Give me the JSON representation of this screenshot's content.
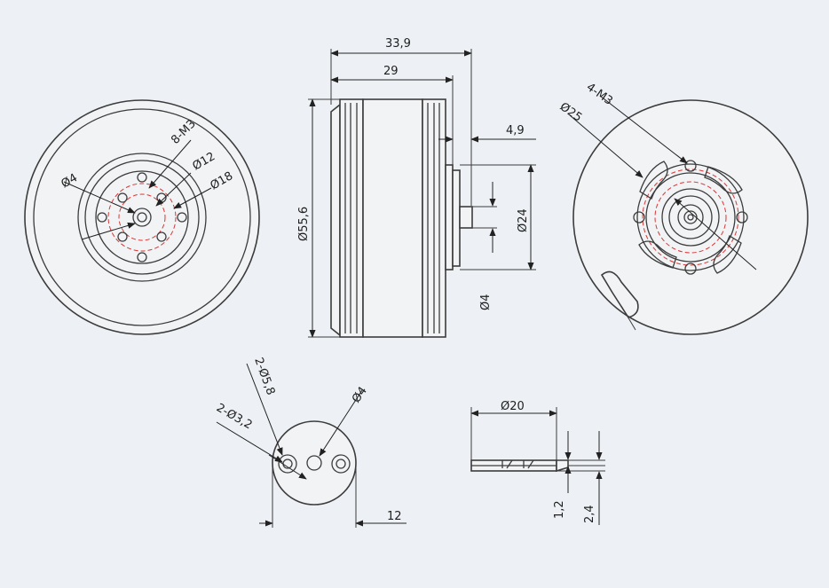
{
  "colors": {
    "background": "#edf1f5",
    "line": "#3c3c3c",
    "dimension": "#222222",
    "hidden_circles": "#d93636"
  },
  "labels": {
    "front": {
      "m3_holes": "8-M3",
      "d4": "Ø4",
      "d12": "Ø12",
      "d18": "Ø18"
    },
    "side": {
      "length_total": "33,9",
      "length_body": "29",
      "shaft_length": "4,9",
      "outer_diameter": "Ø55,6",
      "hub_diameter": "Ø24",
      "shaft_diameter": "Ø4"
    },
    "back": {
      "m3_holes": "4-M3",
      "d25": "Ø25"
    },
    "adapter": {
      "d58": "2-Ø5,8",
      "d32": "2-Ø3,2",
      "d4": "Ø4",
      "width": "12"
    },
    "washer": {
      "diameter": "Ø20",
      "thickness_1": "1,2",
      "thickness_2": "2,4"
    }
  }
}
